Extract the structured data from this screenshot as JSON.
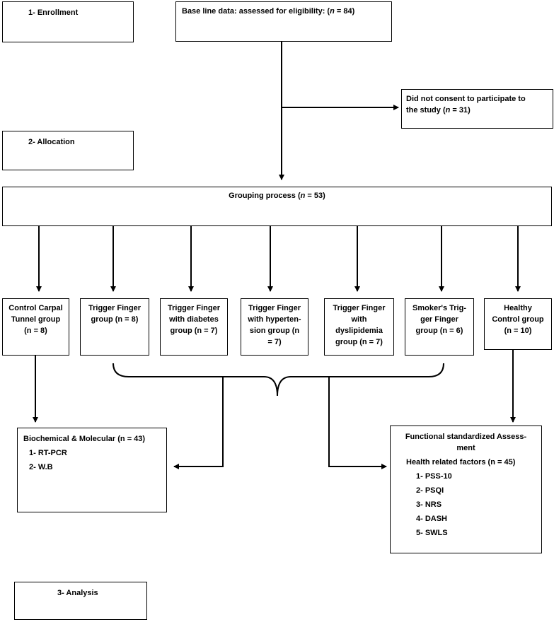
{
  "stages": {
    "enrollment": "1-   Enrollment",
    "allocation": "2-   Allocation",
    "analysis": "3-   Analysis"
  },
  "baseline": {
    "prefix": "Base line data: assessed for eligibility: (",
    "n": "n",
    "suffix": " = 84)"
  },
  "excluded": {
    "line1": "Did not consent to participate to",
    "line2_prefix": "the study (",
    "n": "n",
    "line2_suffix": " = 31)"
  },
  "grouping": {
    "prefix": "Grouping process (",
    "n": "n",
    "suffix": " = 53)"
  },
  "groups": [
    {
      "lines": [
        "Control Carpal",
        "Tunnel group",
        "(n = 8)"
      ]
    },
    {
      "lines": [
        "Trigger Finger",
        "group (n = 8)"
      ]
    },
    {
      "lines": [
        "Trigger Finger",
        "with diabetes",
        "group (n = 7)"
      ]
    },
    {
      "lines": [
        "Trigger Finger",
        "with hyperten-",
        "sion group (n",
        "= 7)"
      ]
    },
    {
      "lines": [
        "Trigger Finger",
        "with",
        "dyslipidemia",
        "group (n = 7)"
      ]
    },
    {
      "lines": [
        "Smoker's Trig-",
        "ger Finger",
        "group (n = 6)"
      ]
    },
    {
      "lines": [
        "Healthy",
        "Control group",
        "(n = 10)"
      ]
    }
  ],
  "biochem": {
    "title": "Biochemical & Molecular (n = 43)",
    "items": [
      "1- RT-PCR",
      "2- W.B"
    ]
  },
  "functional": {
    "title1": "Functional standardized Assess-",
    "title2": "ment",
    "subtitle": "Health related factors (n = 45)",
    "items": [
      "1- PSS-10",
      "2- PSQI",
      "3- NRS",
      "4- DASH",
      "5- SWLS"
    ]
  }
}
